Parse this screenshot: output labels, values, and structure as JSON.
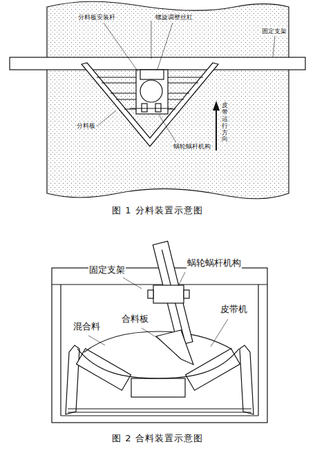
{
  "diagram": {
    "labels": [
      "分料板安装杆",
      "螺旋调整丝杠",
      "固定支架",
      "分料板",
      "皮带运行方向",
      "蜗轮蜗杆机构",
      "图 1 分料装置示意图",
      "固定支架",
      "蜗轮蜗杆机构",
      "合料板",
      "混合料",
      "皮带机",
      "图 2 合料装置示意图"
    ]
  }
}
